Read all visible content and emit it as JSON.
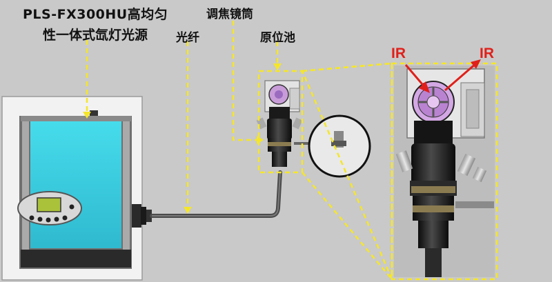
{
  "labels": {
    "light_source_line1": "PLS-FX300HU高均匀",
    "light_source_line2": "性一体式氙灯光源",
    "fiber": "光纤",
    "focus_tube": "调焦镜筒",
    "cell": "原位池",
    "ir_left": "IR",
    "ir_right": "IR"
  },
  "colors": {
    "background": "#c9c9c9",
    "callout_yellow": "#f5e62a",
    "ir_red": "#e0201a",
    "screen_cyan": "#3fd4e6"
  }
}
